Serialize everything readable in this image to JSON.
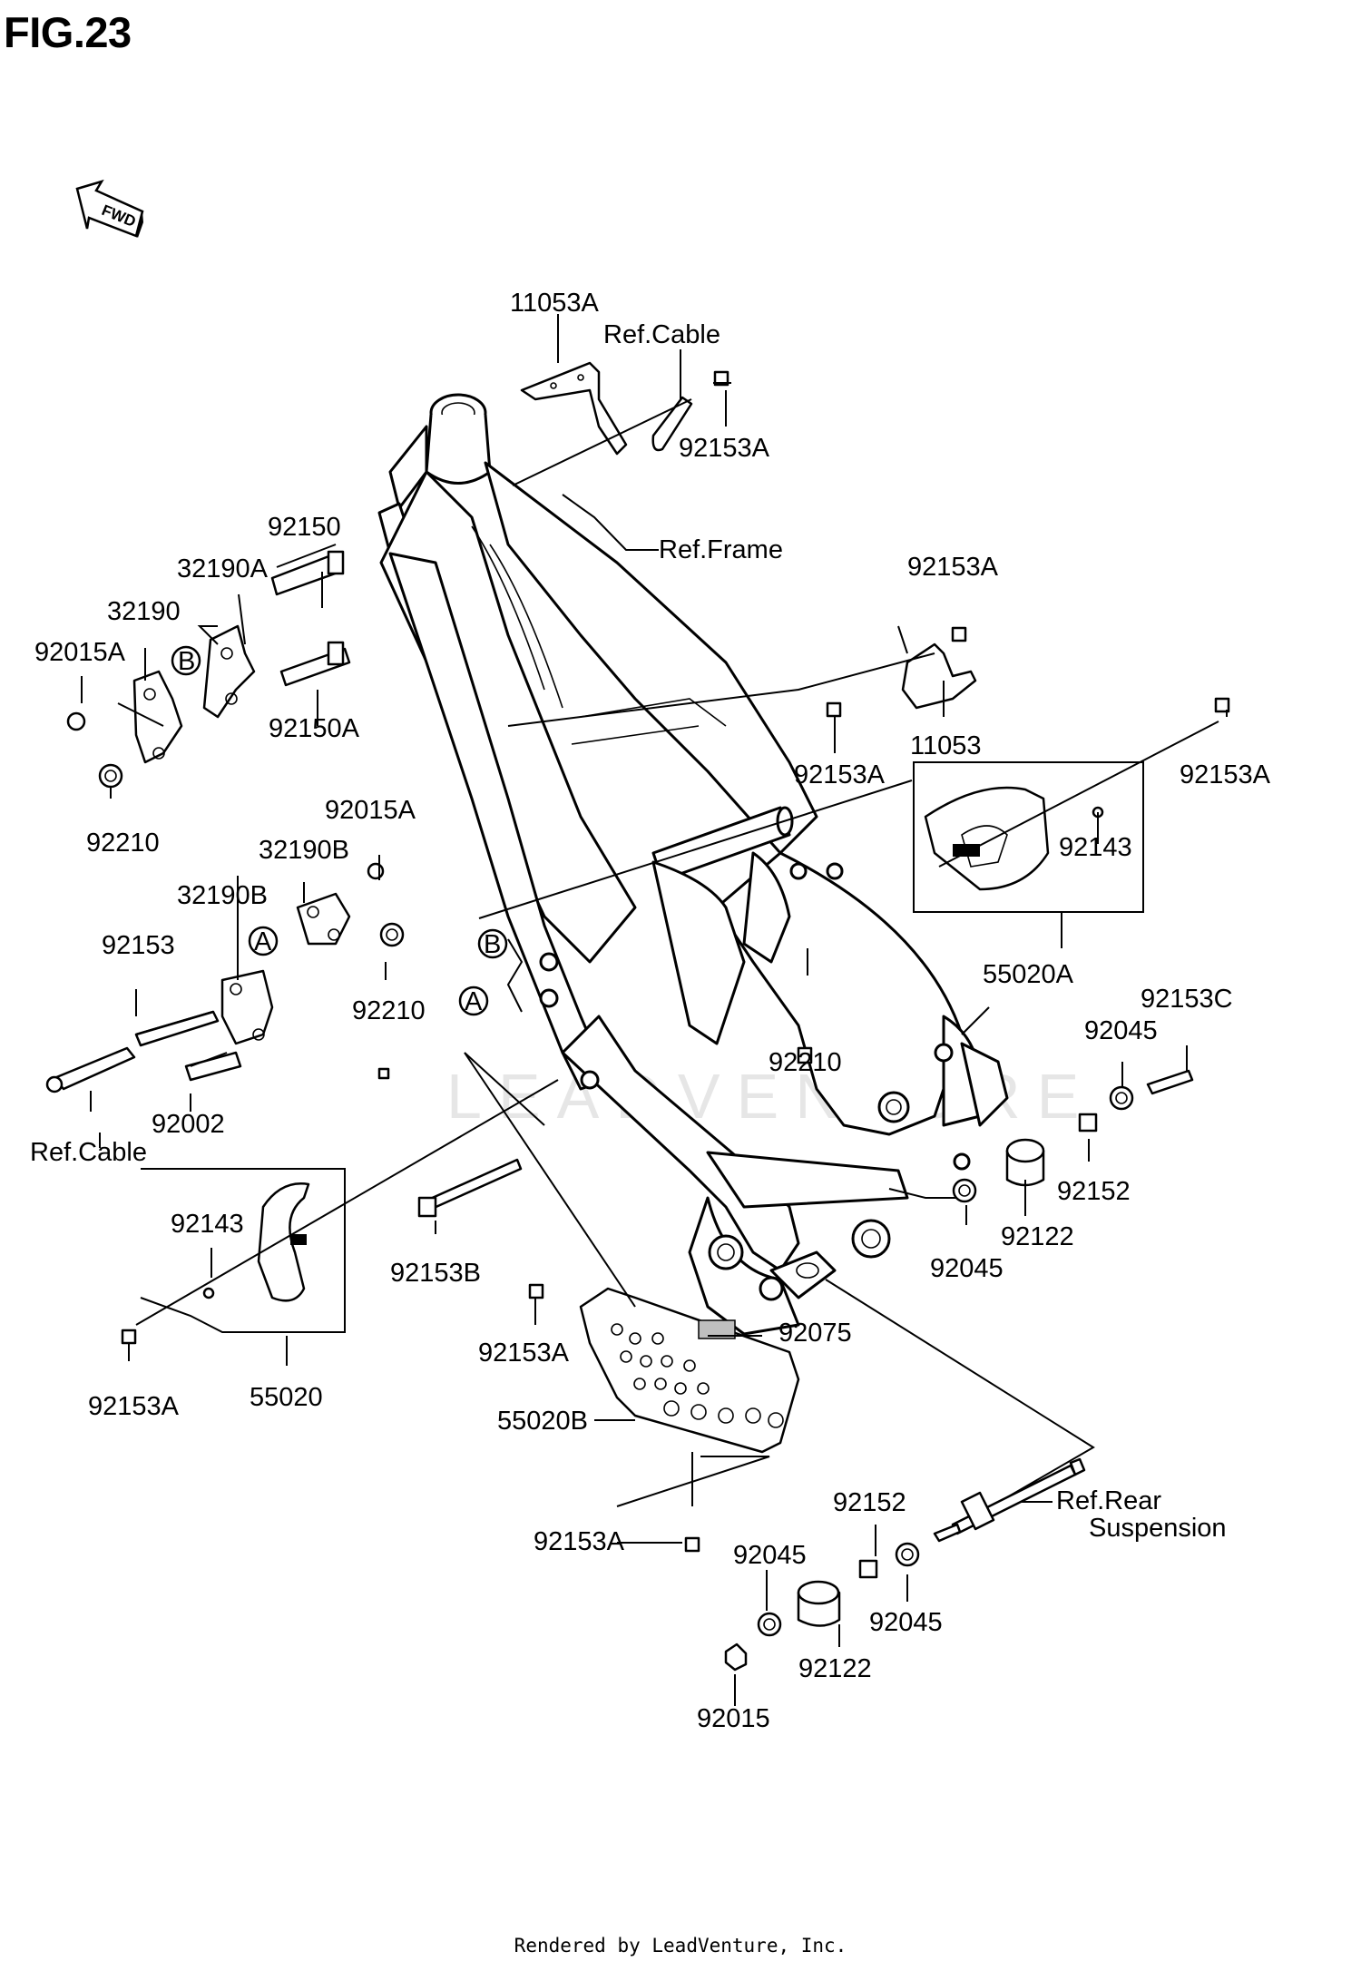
{
  "title": "FIG.23",
  "footer": "Rendered by LeadVenture, Inc.",
  "fwd_label": "FWD",
  "callouts": {
    "c11053A": "11053A",
    "refCableTop": "Ref.Cable",
    "c92153A_top": "92153A",
    "refFrame": "Ref.Frame",
    "c92150": "92150",
    "c32190A": "32190A",
    "c32190": "32190",
    "c92015A_left": "92015A",
    "markerB_left": "B",
    "c92150A": "92150A",
    "c92210_left": "92210",
    "c92153A_right1": "92153A",
    "c92153A_mid": "92153A",
    "c11053": "11053",
    "c92153A_right2": "92153A",
    "c92143_right": "92143",
    "c55020A": "55020A",
    "c92015A_mid": "92015A",
    "c32190B_a": "32190B",
    "c32190B_b": "32190B",
    "markerA_left": "A",
    "c92153": "92153",
    "c92210_mid": "92210",
    "c92002": "92002",
    "refCableLeft": "Ref.Cable",
    "markerB_frame": "B",
    "markerA_frame": "A",
    "c92210_frame": "92210",
    "c92153C": "92153C",
    "c92045_right": "92045",
    "c92152_right": "92152",
    "c92122_right": "92122",
    "c92045_mid": "92045",
    "c92143_left": "92143",
    "c92153B": "92153B",
    "c55020": "55020",
    "c92153A_left": "92153A",
    "c92153A_plate": "92153A",
    "c92075": "92075",
    "c55020B": "55020B",
    "c92153A_bottom": "92153A",
    "c92152_bottom": "92152",
    "refRear1": "Ref.Rear",
    "refRear2": "Suspension",
    "c92045_b1": "92045",
    "c92045_b2": "92045",
    "c92122_bottom": "92122",
    "c92015": "92015"
  },
  "watermark": "LEADVENTURE",
  "colors": {
    "line": "#000000",
    "background": "#ffffff",
    "watermark": "#e6e6e6"
  }
}
